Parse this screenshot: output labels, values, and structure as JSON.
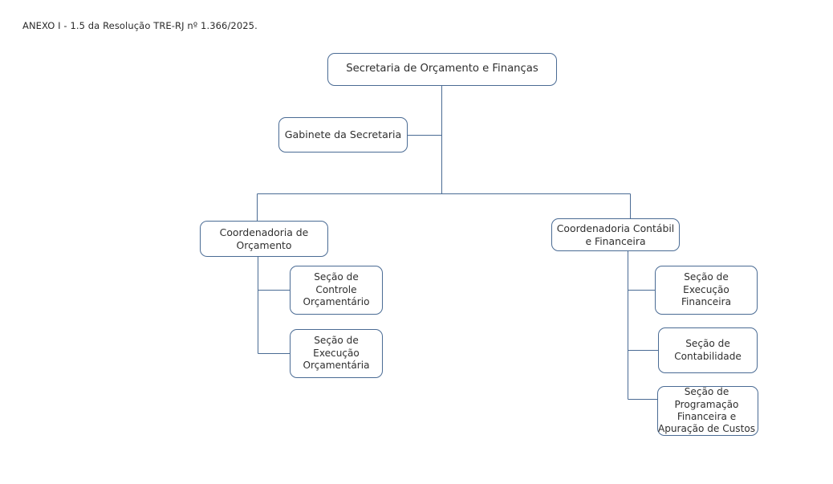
{
  "document": {
    "caption": "ANEXO I - 1.5 da Resolução TRE-RJ nº 1.366/2025."
  },
  "theme": {
    "box_border": "#4a6b94",
    "connector_line": "#4a6b94",
    "text": "#2f2f2f",
    "background": "#ffffff"
  },
  "chart_data": {
    "type": "diagram",
    "diagram_kind": "organizational-chart",
    "title": "ANEXO I - 1.5 da Resolução TRE-RJ nº 1.366/2025.",
    "orientation": "top-down",
    "nodes": [
      {
        "id": "root",
        "label": "Secretaria de Orçamento e Finanças",
        "level": 0
      },
      {
        "id": "gabinete",
        "label": "Gabinete da Secretaria",
        "level": 1,
        "staff": true
      },
      {
        "id": "coord-orc",
        "label": "Coordenadoria de\nOrçamento",
        "level": 1
      },
      {
        "id": "coord-cf",
        "label": "Coordenadoria Contábil\ne Financeira",
        "level": 1
      },
      {
        "id": "sec-ctrl",
        "label": "Seção de\nControle\nOrçamentário",
        "level": 2
      },
      {
        "id": "sec-exec-o",
        "label": "Seção de\nExecução\nOrçamentária",
        "level": 2
      },
      {
        "id": "sec-exec-f",
        "label": "Seção de\nExecução\nFinanceira",
        "level": 2
      },
      {
        "id": "sec-cont",
        "label": "Seção de\nContabilidade",
        "level": 2
      },
      {
        "id": "sec-prog",
        "label": "Seção de\nProgramação\nFinanceira e\nApuração de Custos",
        "level": 2
      }
    ],
    "edges": [
      {
        "from": "root",
        "to": "gabinete"
      },
      {
        "from": "root",
        "to": "coord-orc"
      },
      {
        "from": "root",
        "to": "coord-cf"
      },
      {
        "from": "coord-orc",
        "to": "sec-ctrl"
      },
      {
        "from": "coord-orc",
        "to": "sec-exec-o"
      },
      {
        "from": "coord-cf",
        "to": "sec-exec-f"
      },
      {
        "from": "coord-cf",
        "to": "sec-cont"
      },
      {
        "from": "coord-cf",
        "to": "sec-prog"
      }
    ]
  }
}
